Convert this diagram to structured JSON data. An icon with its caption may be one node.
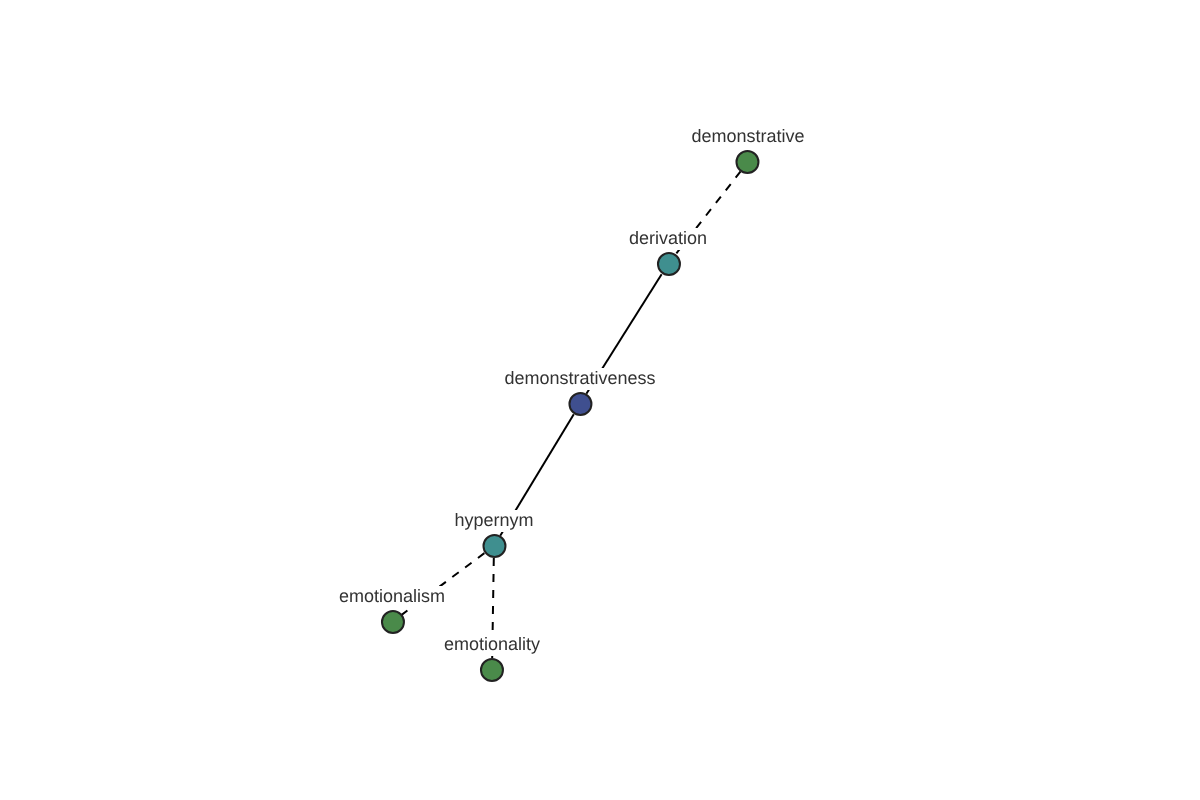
{
  "diagram": {
    "nodes": [
      {
        "text": [
          "demonstrative"
        ]
      },
      {
        "text": [
          "derivation"
        ]
      },
      {
        "text": [
          "demonstrativeness"
        ]
      },
      {
        "text": [
          "hypernym"
        ]
      },
      {
        "text": [
          "emotionalism"
        ]
      },
      {
        "text": [
          "emotionality"
        ]
      }
    ],
    "edges": [
      {
        "from": 0,
        "to": 1,
        "arrow": "none",
        "style": "dashed"
      },
      {
        "from": 1,
        "to": 2,
        "arrow": "none"
      },
      {
        "from": 2,
        "to": 3,
        "arrow": "none"
      },
      {
        "from": 3,
        "to": 4,
        "arrow": "none",
        "style": "dashed"
      },
      {
        "from": 3,
        "to": 5,
        "arrow": "none",
        "style": "dashed"
      }
    ]
  }
}
